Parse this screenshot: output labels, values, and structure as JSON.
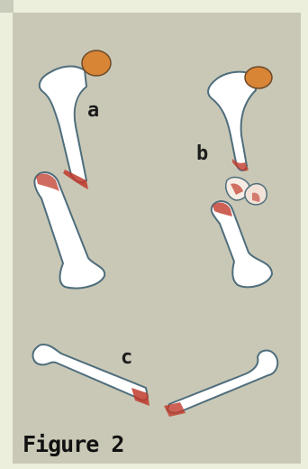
{
  "figure": {
    "caption": "Figure 2",
    "labels": {
      "a": "a",
      "b": "b",
      "c": "c"
    },
    "icons": [
      "fractured-bone-a-icon",
      "fractured-bone-b-icon",
      "fractured-bone-c-icon"
    ],
    "colors": {
      "panel": "#c9c8b6",
      "bone": "#ffffff",
      "bone_outline": "#4f6e7c",
      "bone_head": "#d98536",
      "fracture_red": "#c0392b"
    }
  }
}
